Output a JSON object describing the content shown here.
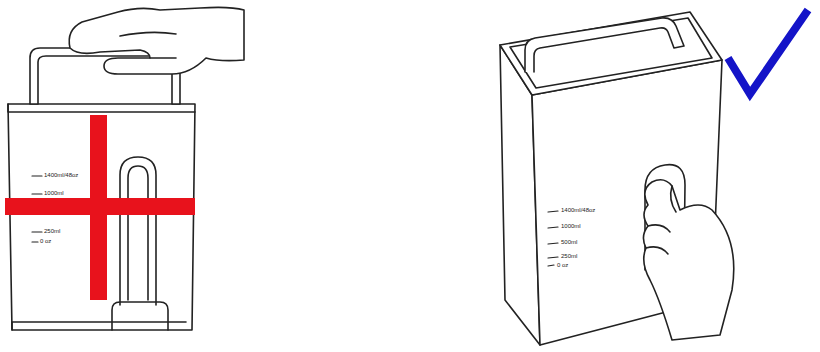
{
  "diagram": {
    "labels": [
      "1400ml/48oz",
      "1000ml",
      "250ml",
      "0 oz",
      "1400ml/48oz",
      "1000ml",
      "500ml",
      "250ml",
      "0 oz"
    ]
  }
}
